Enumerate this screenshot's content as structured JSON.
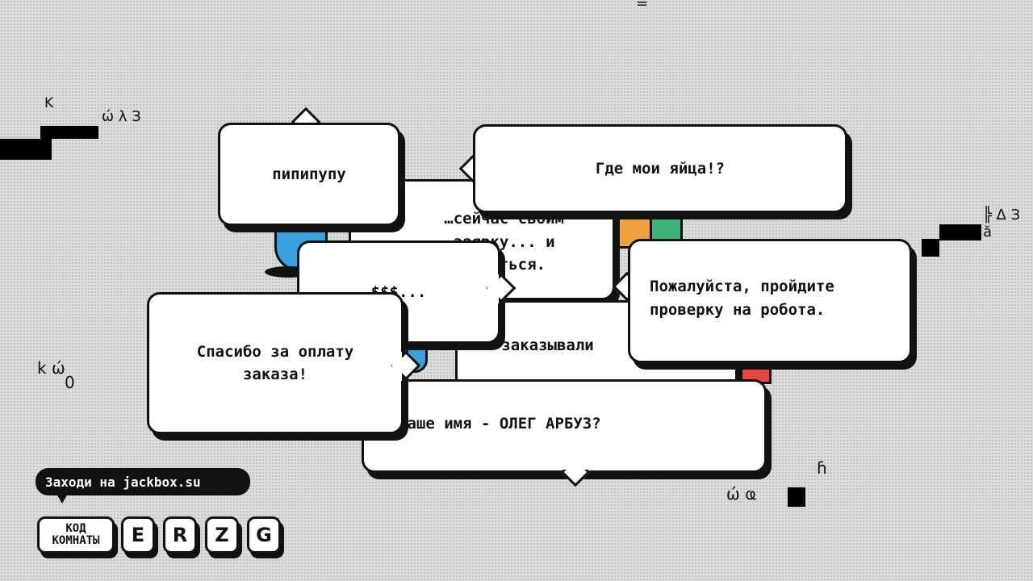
{
  "glyphs": {
    "top_center": "=",
    "left_k": "K",
    "left_omega": "ώ λ З",
    "right_top": "╠ Δ З ă",
    "left_mid_k": "k ώ",
    "left_mid_zero": "0",
    "bottom_right_h": "ɦ",
    "bottom_right_phi": "ώ ҩ"
  },
  "bubbles": {
    "b1": "пипипупу",
    "b2": "Где мои яйца!?",
    "b3": "…сейчас своим\nзаявку... и\n...иться.",
    "b4": "$$$...",
    "b5": "Спасибо за оплату\nзаказа!",
    "b6": "Вы заказывали",
    "b7": "Пожалуйста, пройдите\nпроверку на робота.",
    "b8": "Ваше имя - ОЛЕГ АРБУЗ?"
  },
  "footer": {
    "join_text": "Заходи на jackbox.su",
    "room_code_label": "КОД\nКОМНАТЫ",
    "room_code_letters": [
      "E",
      "R",
      "Z",
      "G"
    ]
  },
  "colors": {
    "blue_char": "#3aa0e0",
    "green_char": "#3db37a",
    "orange_char": "#f2a23a",
    "red_char": "#e8453c"
  }
}
